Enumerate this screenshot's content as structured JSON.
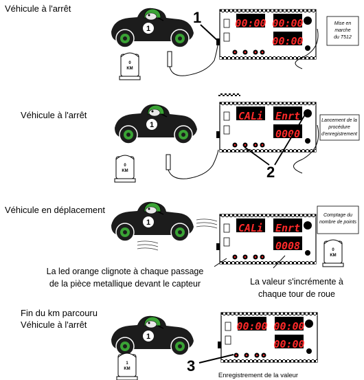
{
  "colors": {
    "led_red": "#ff2a2a",
    "car_body": "#1c1c1c",
    "helmet_green": "#3aa335",
    "display_bg": "#000000"
  },
  "stages": [
    {
      "title_lines": [
        "Véhicule à l'arrêt"
      ],
      "display_top_left": "00:00",
      "display_top_right": "00:00",
      "display_bottom_right": "00:00",
      "marker_km": "KM",
      "marker_value": "0",
      "note_lines": [
        "Mise en",
        "marche",
        "du T512"
      ],
      "step_number": "1"
    },
    {
      "title_lines": [
        "Véhicule à l'arrêt"
      ],
      "display_top_left": "CALi",
      "display_top_right": "Enrt",
      "display_bottom_right": "0000",
      "marker_km": "KM",
      "marker_value": "0",
      "note_lines": [
        "Lancement de la",
        "procédure",
        "d'enregistrement"
      ],
      "step_number": "2"
    },
    {
      "title_lines": [
        "Véhicule en déplacement"
      ],
      "display_top_left": "CALi",
      "display_top_right": "Enrt",
      "display_bottom_right": "0008",
      "marker_km": "KM",
      "marker_value": "0",
      "note_lines": [
        "Comptage du",
        "nombre de points"
      ],
      "caption_left_lines": [
        "La led orange clignote à chaque passage",
        "de la pièce metallique devant le capteur"
      ],
      "caption_right_lines": [
        "La valeur s'incrémente à",
        "chaque tour de roue"
      ]
    },
    {
      "title_lines": [
        "Fin du km parcouru",
        "Véhicule à l'arrêt"
      ],
      "display_top_left": "00:00",
      "display_top_right": "00:00",
      "display_bottom_right": "00:00",
      "marker_km": "KM",
      "marker_value": "1",
      "step_number": "3",
      "caption_bottom": "Enregistrement de la valeur"
    }
  ]
}
